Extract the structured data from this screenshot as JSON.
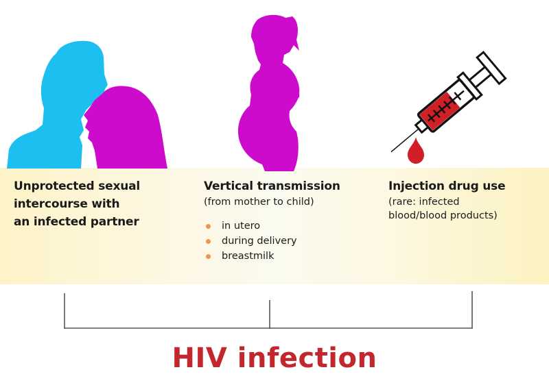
{
  "title": "HIV infection",
  "colors": {
    "title": "#c1272d",
    "male_silhouette": "#1dbff0",
    "female_silhouette": "#cc0bcc",
    "blood": "#d01f26",
    "bullet": "#f0954a",
    "band": "#fcf2c8",
    "bracket": "#555555"
  },
  "routes": [
    {
      "icon": "kissing-couple-icon",
      "title_lines": [
        "Unprotected sexual",
        "intercourse with",
        "an infected partner"
      ]
    },
    {
      "icon": "pregnant-woman-icon",
      "title": "Vertical transmission",
      "subtitle": "(from mother to child)",
      "bullets": [
        "in utero",
        "during delivery",
        "breastmilk"
      ]
    },
    {
      "icon": "syringe-icon",
      "title": "Injection drug use",
      "subtitle_lines": [
        "(rare: infected",
        "blood/blood products)"
      ]
    }
  ]
}
